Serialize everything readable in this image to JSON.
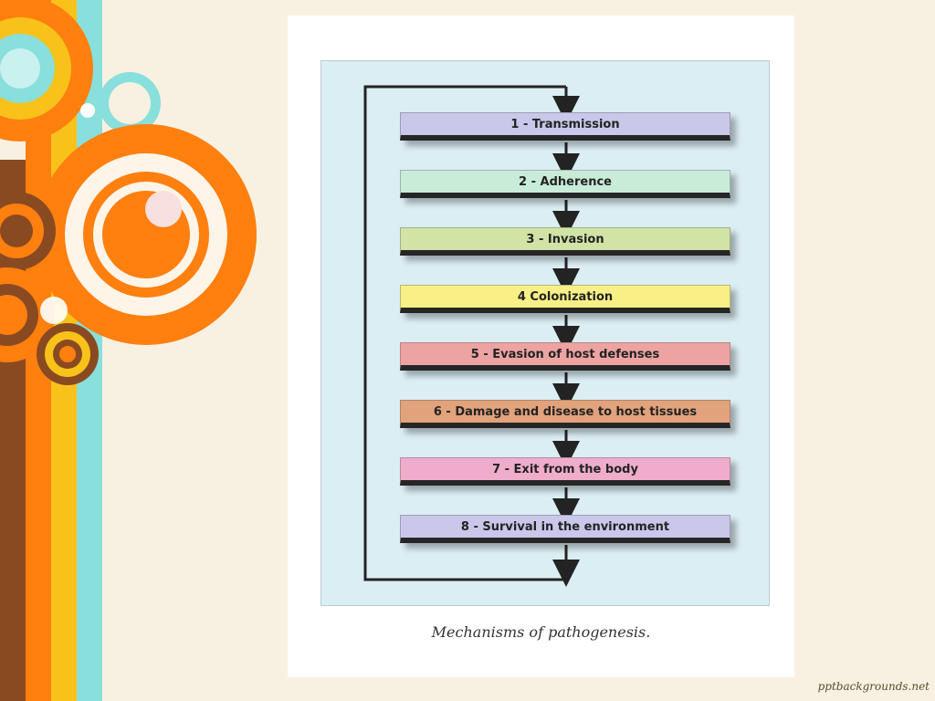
{
  "colors": {
    "background": "#f8f1e2",
    "orange": "#ff7f0f",
    "brown": "#8a4a21",
    "yellow": "#f8c21a",
    "aqua": "#88dfdb",
    "diagram_background": "#dbeef3",
    "arrow": "#232323"
  },
  "decorations": [
    "ring-icon",
    "circle-icon",
    "stripe-shape"
  ],
  "diagram": {
    "steps": [
      {
        "label": "1 - Transmission",
        "color": "#c9c7ea"
      },
      {
        "label": "2 - Adherence",
        "color": "#c9ecd9"
      },
      {
        "label": "3 - Invasion",
        "color": "#d1e3a5"
      },
      {
        "label": "4 Colonization",
        "color": "#f8ef87"
      },
      {
        "label": "5 - Evasion of host defenses",
        "color": "#eea3a3"
      },
      {
        "label": "6 - Damage and disease to host tissues",
        "color": "#e2a27c"
      },
      {
        "label": "7 - Exit from the body",
        "color": "#efadcb"
      },
      {
        "label": "8 - Survival in the environment",
        "color": "#c9c7ea"
      }
    ],
    "caption": "Mechanisms of pathogenesis."
  },
  "watermark": "pptbackgrounds.net"
}
